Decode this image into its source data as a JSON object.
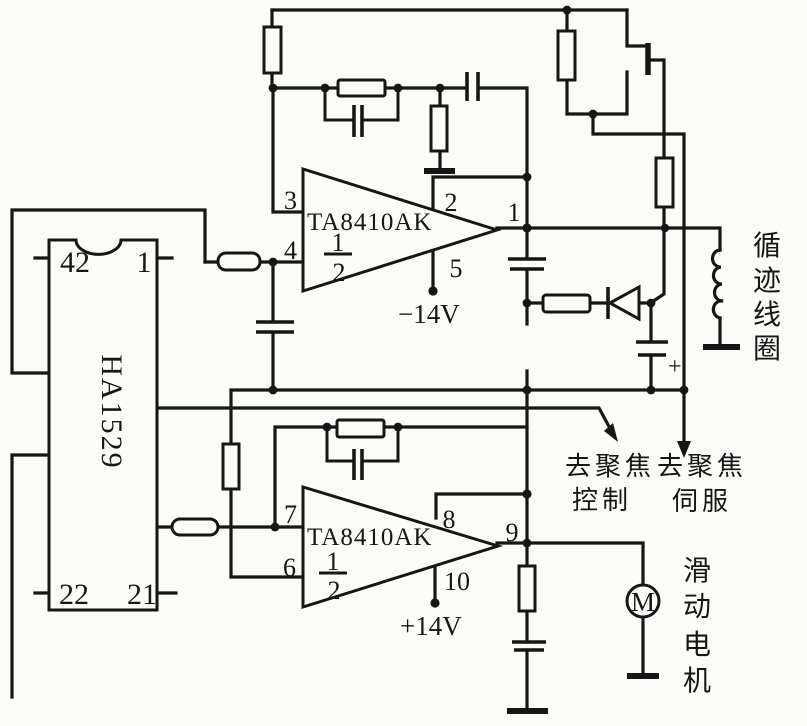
{
  "ic": {
    "name": "HA1529",
    "pin_top_left": "42",
    "pin_top_right": "1",
    "pin_bottom_left": "22",
    "pin_bottom_right": "21"
  },
  "opamp_top": {
    "name": "TA8410AK",
    "fraction_numerator": "1",
    "fraction_denominator": "2",
    "pin_in_top": "3",
    "pin_in_bottom": "4",
    "pin_comp": "2",
    "pin_out": "1",
    "pin_supply": "5",
    "supply": "−14V"
  },
  "opamp_bottom": {
    "name": "TA8410AK",
    "fraction_numerator": "1",
    "fraction_denominator": "2",
    "pin_in_top": "7",
    "pin_in_bottom": "6",
    "pin_comp": "8",
    "pin_out": "9",
    "pin_supply": "10",
    "supply": "+14V"
  },
  "labels": {
    "tracking_coil": [
      "循",
      "迹",
      "线",
      "圈"
    ],
    "focus_control_row1": "去聚焦",
    "focus_control_row2": "控制",
    "focus_servo_row1": "去聚焦",
    "focus_servo_row2": "伺服",
    "slide_motor": [
      "滑",
      "动",
      "电",
      "机"
    ],
    "motor": "M",
    "capacitor_polarity": "+"
  },
  "colors": {
    "ink": "#161616",
    "paper": "#fbfbf8"
  }
}
